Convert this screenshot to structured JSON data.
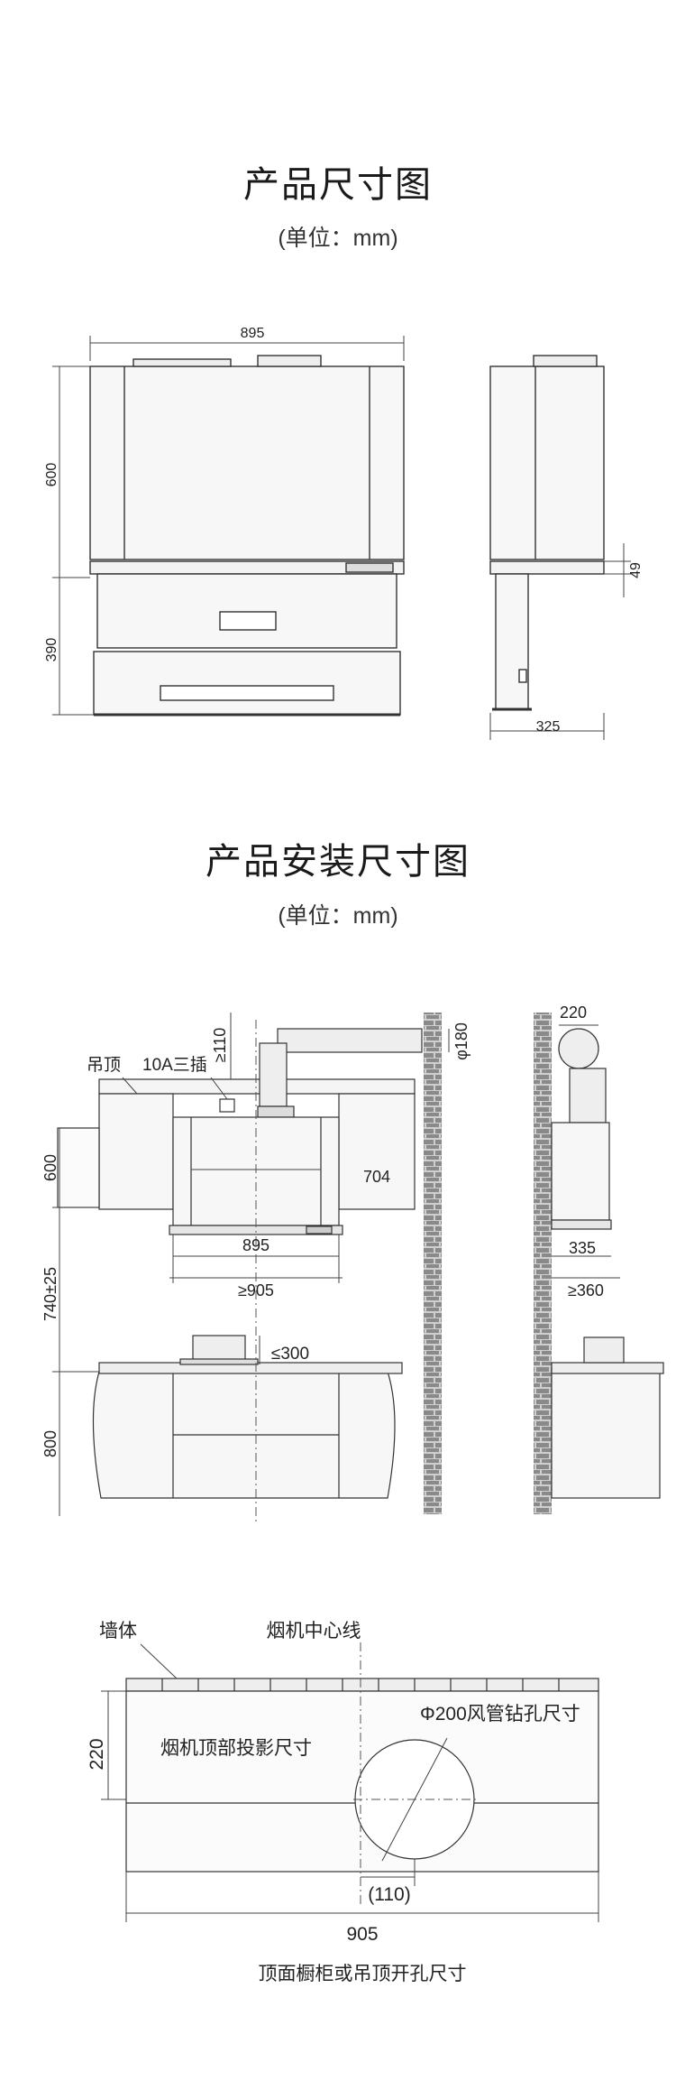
{
  "section1": {
    "title": "产品尺寸图",
    "unit": "(单位：mm)",
    "dims": {
      "width": "895",
      "hood_height": "600",
      "lower_height": "390",
      "depth": "325",
      "panel": "49"
    }
  },
  "section2": {
    "title": "产品安装尺寸图",
    "unit": "(单位：mm)",
    "labels": {
      "ceiling": "吊顶",
      "socket": "10A三插",
      "clearance_top": "≥110",
      "duct_dia": "φ180",
      "duct_width": "220",
      "inner": "704",
      "width": "895",
      "min_width": "≥905",
      "hood_height": "600",
      "mount_height": "740±25",
      "counter_height": "800",
      "offset": "≤300",
      "side_depth": "335",
      "side_min_depth": "≥360"
    }
  },
  "section3": {
    "labels": {
      "wall": "墙体",
      "centerline": "烟机中心线",
      "hole": "Φ200风管钻孔尺寸",
      "projection": "烟机顶部投影尺寸",
      "depth": "220",
      "offset": "(110)",
      "width": "905",
      "caption": "顶面橱柜或吊顶开孔尺寸"
    }
  }
}
